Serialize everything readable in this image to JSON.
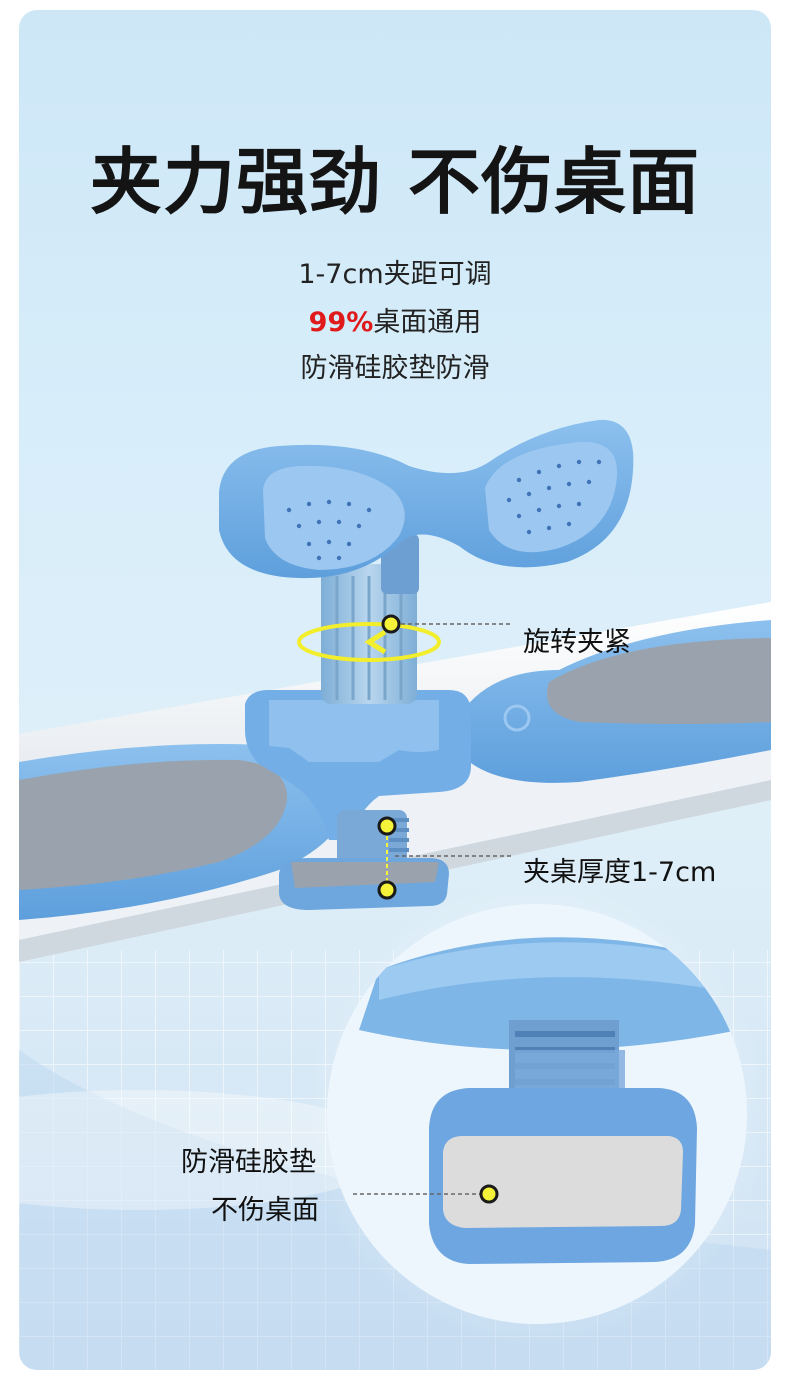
{
  "title": "夹力强劲 不伤桌面",
  "subtitles": {
    "line1": "1-7cm夹距可调",
    "line2_highlight": "99%",
    "line2_rest": "桌面通用",
    "line3": "防滑硅胶垫防滑"
  },
  "callouts": {
    "rotate": "旋转夹紧",
    "thickness": "夹桌厚度1-7cm",
    "pad_line1": "防滑硅胶垫",
    "pad_line2": "不伤桌面"
  },
  "colors": {
    "background": "#d6ecf8",
    "product_blue": "#6aa9e4",
    "highlight_red": "#e01a1a",
    "marker_yellow": "#f5f23a"
  }
}
